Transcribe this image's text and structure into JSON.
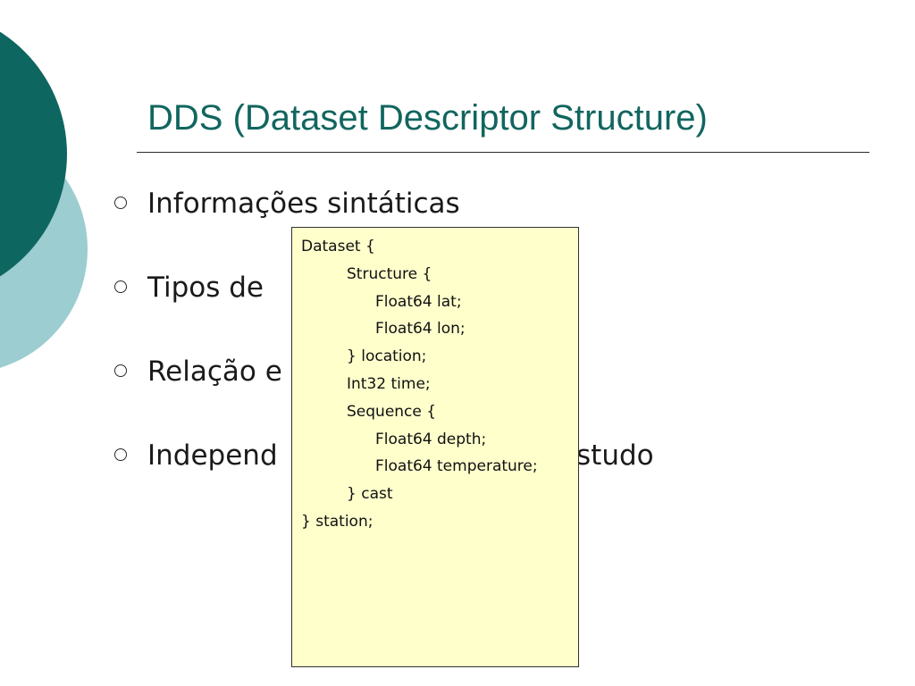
{
  "slide": {
    "title": "DDS (Dataset Descriptor Structure)",
    "bullets": [
      {
        "text": "Informações sintáticas"
      },
      {
        "text": "Tipos de"
      },
      {
        "text": "Relação e"
      },
      {
        "text": "Independ                                estudo"
      }
    ],
    "code_lines": [
      {
        "text": "Dataset {"
      },
      {
        "text": "Structure {"
      },
      {
        "text": "Float64 lat;"
      },
      {
        "text": "Float64 lon;"
      },
      {
        "text": "} location;"
      },
      {
        "text": "Int32 time;"
      },
      {
        "text": "Sequence {"
      },
      {
        "text": "Float64 depth;"
      },
      {
        "text": "Float64 temperature;"
      },
      {
        "text": "} cast"
      },
      {
        "text": "} station;"
      }
    ]
  },
  "colors": {
    "title": "#11665f",
    "accent_dark": "#0e6661",
    "accent_light": "#9ccdd0",
    "code_background": "#ffffcc"
  },
  "icons": {
    "bullet": "hollow-circle-bullet-icon"
  }
}
